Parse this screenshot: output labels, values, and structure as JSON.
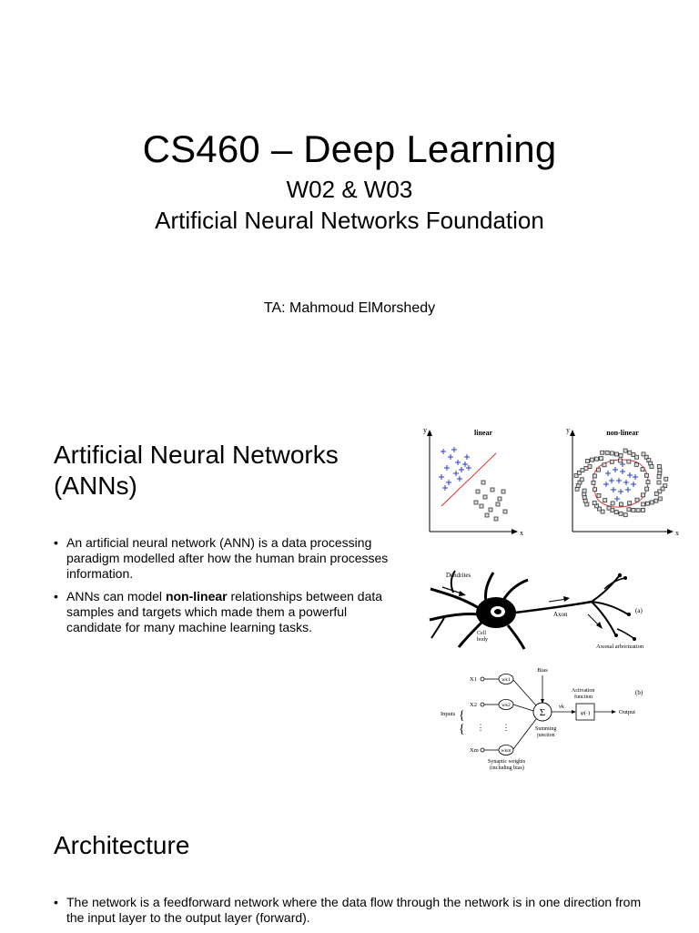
{
  "slide1": {
    "title": "CS460 – Deep Learning",
    "subtitle_line1": "W02 & W03",
    "subtitle_line2": "Artificial Neural Networks Foundation",
    "ta": "TA: Mahmoud ElMorshedy"
  },
  "slide2": {
    "title": "Artificial Neural Networks (ANNs)",
    "bullet1": "An artificial neural network (ANN) is a data processing paradigm modelled after how the human brain processes information.",
    "bullet2_pre": "ANNs can model ",
    "bullet2_bold": "non-linear",
    "bullet2_post": " relationships between data samples and targets which made them a powerful candidate for many machine learning tasks.",
    "plots": {
      "linear_label": "linear",
      "nonlinear_label": "non-linear",
      "x_axis": "x",
      "y_axis": "y"
    },
    "neuron": {
      "dendrites": "Dendrites",
      "cell_body_1": "Cell",
      "cell_body_2": "body",
      "axon": "Axon",
      "axonal": "Axonal arborization",
      "fig_a": "(a)"
    },
    "perceptron": {
      "bias": "Bias",
      "x1": "X1",
      "x2": "X2",
      "xm": "Xm",
      "w1": "wk1",
      "w2": "wk2",
      "wm": "wkm",
      "inputs": "Inputs",
      "sigma": "Σ",
      "vk": "vk",
      "summing1": "Summing",
      "summing2": "junction",
      "activation1": "Activation",
      "activation2": "function",
      "phi": "φ(·)",
      "output": "Output",
      "synaptic1": "Synaptic weights",
      "synaptic2": "(including bias)",
      "fig_b": "(b)"
    }
  },
  "slide3": {
    "title": "Architecture",
    "bullet1": "The network is a feedforward network where the data flow through the network is in one direction from the input layer to the output layer (forward)."
  }
}
